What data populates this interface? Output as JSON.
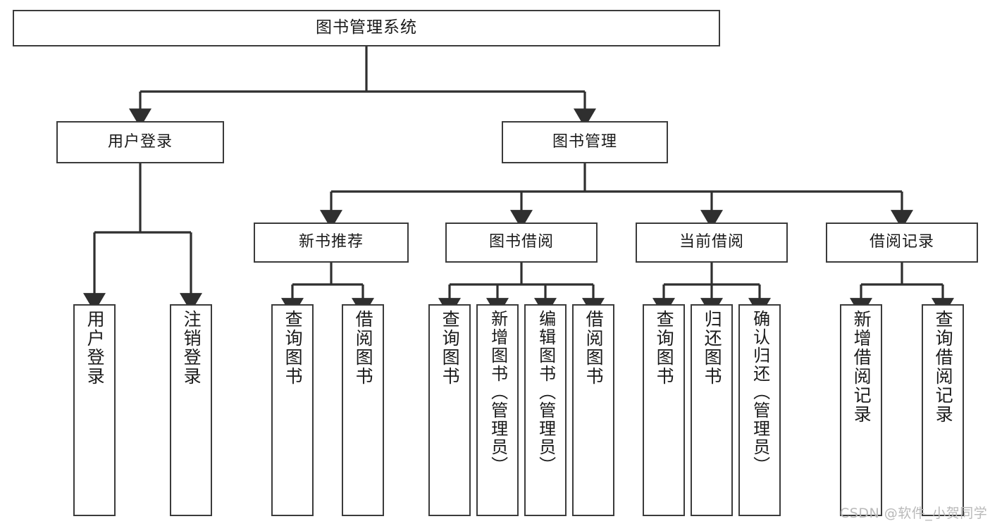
{
  "diagram": {
    "title": "图书管理系统",
    "type": "hierarchy-tree",
    "watermark": "CSDN @软件_小贺同学",
    "colors": {
      "box_border": "#3b3b3b",
      "box_fill": "#ffffff",
      "edge": "#2f2f2f",
      "text": "#1a1a1a",
      "watermark": "#b9b9b9",
      "background": "#ffffff"
    },
    "nodes": {
      "root": {
        "label": "图书管理系统"
      },
      "level2": [
        {
          "id": "user-login",
          "label": "用户登录"
        },
        {
          "id": "book-manage",
          "label": "图书管理"
        }
      ],
      "level3": [
        {
          "id": "new-book-recommend",
          "label": "新书推荐"
        },
        {
          "id": "book-borrow",
          "label": "图书借阅"
        },
        {
          "id": "current-borrow",
          "label": "当前借阅"
        },
        {
          "id": "borrow-record",
          "label": "借阅记录"
        }
      ],
      "leaves": [
        {
          "id": "leaf-user-login",
          "label": "用户登录",
          "group": "user-login"
        },
        {
          "id": "leaf-logout",
          "label": "注销登录",
          "group": "user-login"
        },
        {
          "id": "leaf-query-book-1",
          "label": "查询图书",
          "group": "new-book-recommend"
        },
        {
          "id": "leaf-borrow-book-1",
          "label": "借阅图书",
          "group": "new-book-recommend"
        },
        {
          "id": "leaf-query-book-2",
          "label": "查询图书",
          "group": "book-borrow"
        },
        {
          "id": "leaf-add-book",
          "label": "新增图书（管理员）",
          "group": "book-borrow"
        },
        {
          "id": "leaf-edit-book",
          "label": "编辑图书（管理员）",
          "group": "book-borrow"
        },
        {
          "id": "leaf-borrow-book-2",
          "label": "借阅图书",
          "group": "book-borrow"
        },
        {
          "id": "leaf-query-book-3",
          "label": "查询图书",
          "group": "current-borrow"
        },
        {
          "id": "leaf-return-book",
          "label": "归还图书",
          "group": "current-borrow"
        },
        {
          "id": "leaf-confirm-return",
          "label": "确认归还（管理员）",
          "group": "current-borrow"
        },
        {
          "id": "leaf-add-record",
          "label": "新增借阅记录",
          "group": "borrow-record"
        },
        {
          "id": "leaf-query-record",
          "label": "查询借阅记录",
          "group": "borrow-record"
        }
      ]
    }
  }
}
